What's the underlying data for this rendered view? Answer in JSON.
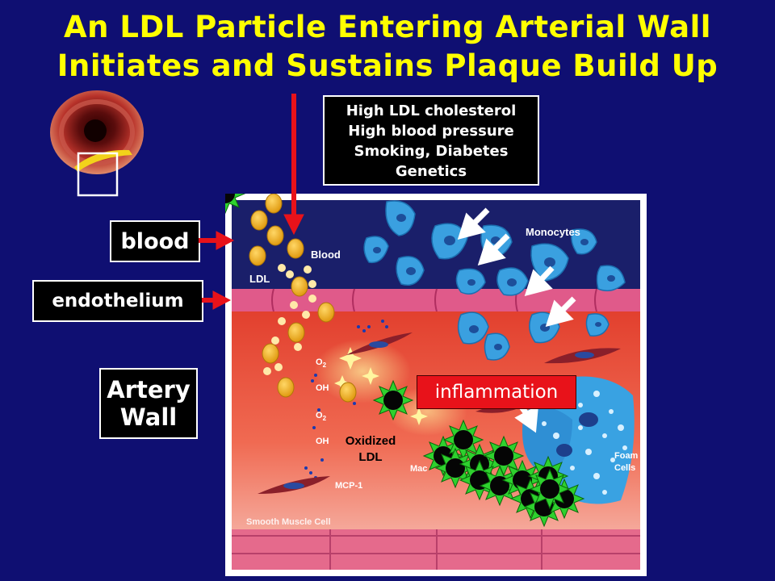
{
  "title": {
    "line1": "An LDL Particle Entering Arterial Wall",
    "line2": "Initiates and Sustains Plaque Build Up"
  },
  "risk_factors": [
    "High LDL cholesterol",
    "High blood pressure",
    "Smoking, Diabetes",
    "Genetics"
  ],
  "side_labels": {
    "blood": "blood",
    "endothelium": "endothelium",
    "artery_wall_line1": "Artery",
    "artery_wall_line2": "Wall"
  },
  "diagram_labels": {
    "blood": "Blood",
    "ldl": "LDL",
    "monocytes": "Monocytes",
    "o2_a": "O",
    "o2_a_sub": "2",
    "oh_a": "OH",
    "o2_b": "O",
    "o2_b_sub": "2",
    "oh_b": "OH",
    "oxidized_line1": "Oxidized",
    "oxidized_line2": "LDL",
    "mcp1": "MCP-1",
    "smooth_muscle": "Smooth Muscle Cell",
    "macrophage": "Mac",
    "foam_line1": "Foam",
    "foam_line2": "Cells"
  },
  "inflammation": "inflammation",
  "colors": {
    "background": "#0f0f72",
    "title": "#ffff00",
    "arrow": "#e8121a",
    "ldl": "#f2b51e",
    "monocyte": "#3aa0e0",
    "oxidized": "#2ed12e"
  }
}
